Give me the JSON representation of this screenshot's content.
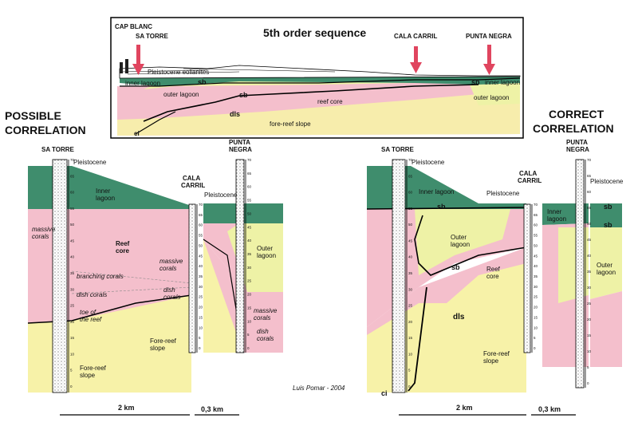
{
  "top_panel": {
    "title": "5th order sequence",
    "locations": [
      "CAP BLANC",
      "SA TORRE",
      "CALA CARRIL",
      "PUNTA NEGRA"
    ],
    "units": [
      "Pleistocene eolianites",
      "inner lagoon",
      "sb",
      "outer lagoon",
      "sb",
      "reef core",
      "dls",
      "fore-reef slope",
      "ci",
      "sb",
      "inner lagoon",
      "outer lagoon"
    ]
  },
  "left_panel": {
    "heading_line1": "POSSIBLE",
    "heading_line2": "CORRELATION",
    "col_sa_torre": "SA TORRE",
    "col_cala_carril_1": "CALA",
    "col_cala_carril_2": "CARRIL",
    "col_punta_negra_1": "PUNTA",
    "col_punta_negra_2": "NEGRA",
    "labels": {
      "pleistocene_a": "Pleistocene",
      "inner_lagoon_1": "Inner",
      "inner_lagoon_2": "lagoon",
      "pleistocene_b": "Pleistocene",
      "massive_corals_1": "massive",
      "massive_corals_2": "corals",
      "reef_core_1": "Reef",
      "reef_core_2": "core",
      "branching": "branching corals",
      "dish_corals": "dish corals",
      "toe_1": "toe of",
      "toe_2": "the reef",
      "fore_reef_1": "Fore-reef",
      "fore_reef_2": "slope",
      "massive_b_1": "massive",
      "massive_b_2": "corals",
      "dish_b_1": "dish",
      "dish_b_2": "corals",
      "fore_reef_b_1": "Fore-reef",
      "fore_reef_b_2": "slope",
      "outer_1": "Outer",
      "outer_2": "lagoon",
      "massive_c_1": "massive",
      "massive_c_2": "corals",
      "dish_c_1": "dish",
      "dish_c_2": "corals"
    },
    "scale_a": "2 km",
    "scale_b": "0,3 km"
  },
  "right_panel": {
    "heading_line1": "CORRECT",
    "heading_line2": "CORRELATION",
    "col_sa_torre": "SA TORRE",
    "col_cala_carril_1": "CALA",
    "col_cala_carril_2": "CARRIL",
    "col_punta_negra_1": "PUNTA",
    "col_punta_negra_2": "NEGRA",
    "labels": {
      "pleistocene_a": "Pleistocene",
      "inner_lagoon": "Inner lagoon",
      "pleistocene_b": "Pleistocene",
      "pleistocene_c": "Pleistocene",
      "sb1": "sb",
      "sb2": "sb",
      "sb3": "sb",
      "sb4": "sb",
      "outer_lagoon_1": "Outer",
      "outer_lagoon_2": "lagoon",
      "reef_core_1": "Reef",
      "reef_core_2": "core",
      "inner_b_1": "Inner",
      "inner_b_2": "lagoon",
      "outer_b_1": "Outer",
      "outer_b_2": "lagoon",
      "dls": "dls",
      "fore_reef_1": "Fore-reef",
      "fore_reef_2": "slope",
      "ci": "ci"
    },
    "scale_a": "2 km",
    "scale_b": "0,3 km"
  },
  "credit": "Luis Pomar - 2004",
  "ruler_ticks": [
    "70",
    "65",
    "60",
    "55",
    "50",
    "45",
    "40",
    "35",
    "30",
    "25",
    "20",
    "15",
    "10",
    "5",
    "0"
  ],
  "colors": {
    "inner_lagoon": "#3f8d6d",
    "outer_lagoon": "#eef2a6",
    "reef": "#f4bfcc",
    "fore_reef": "#f7f2a8",
    "arrow": "#e0455f"
  }
}
